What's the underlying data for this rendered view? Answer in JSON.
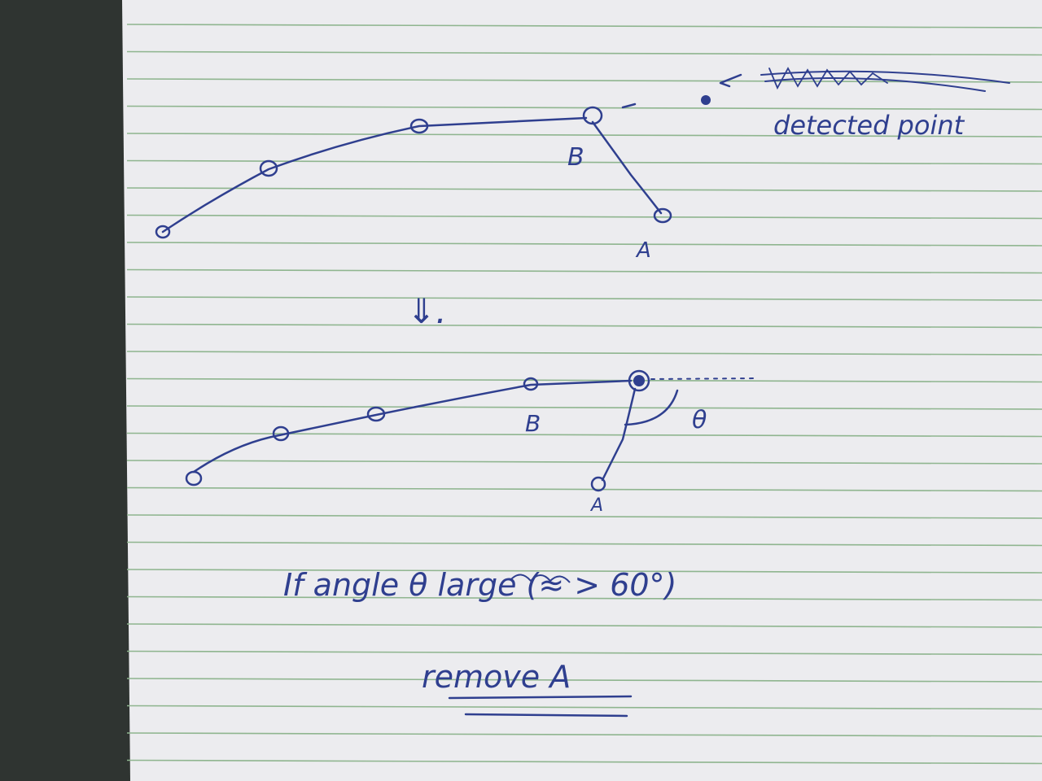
{
  "colors": {
    "ink": "#2f3f8f",
    "paper": "#ececef",
    "rule": "#8fb58f",
    "desk": "#2f3431"
  },
  "top_diagram": {
    "label_b": "B",
    "label_a": "A",
    "annotation": "detected point"
  },
  "arrow_glyph": "⇓.",
  "bottom_diagram": {
    "label_b": "B",
    "label_a": "A",
    "angle_label": "θ"
  },
  "caption": {
    "condition": "If angle θ large (≈ > 60°)",
    "action": "remove A"
  }
}
